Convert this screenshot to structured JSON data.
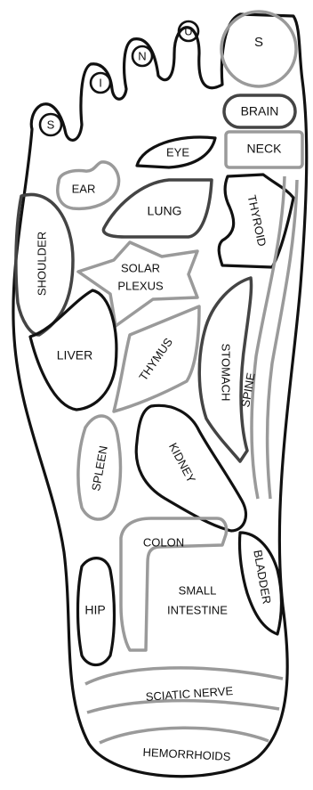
{
  "toes": {
    "big_toe": "S",
    "second_toe": "U",
    "third_toe": "N",
    "fourth_toe": "I",
    "little_toe": "S"
  },
  "zones": {
    "brain": "BRAIN",
    "neck": "NECK",
    "eye": "EYE",
    "ear": "EAR",
    "lung": "LUNG",
    "thyroid": "THYROID",
    "shoulder": "SHOULDER",
    "solar_plexus_line1": "SOLAR",
    "solar_plexus_line2": "PLEXUS",
    "liver": "LIVER",
    "thymus": "THYMUS",
    "stomach": "STOMACH",
    "spine": "SPINE",
    "kidney": "KIDNEY",
    "spleen": "SPLEEN",
    "colon": "COLON",
    "bladder": "BLADDER",
    "hip": "HIP",
    "small_intestine_line1": "SMALL",
    "small_intestine_line2": "INTESTINE",
    "sciatic_nerve": "SCIATIC NERVE",
    "hemorrhoids": "HEMORRHOIDS"
  }
}
